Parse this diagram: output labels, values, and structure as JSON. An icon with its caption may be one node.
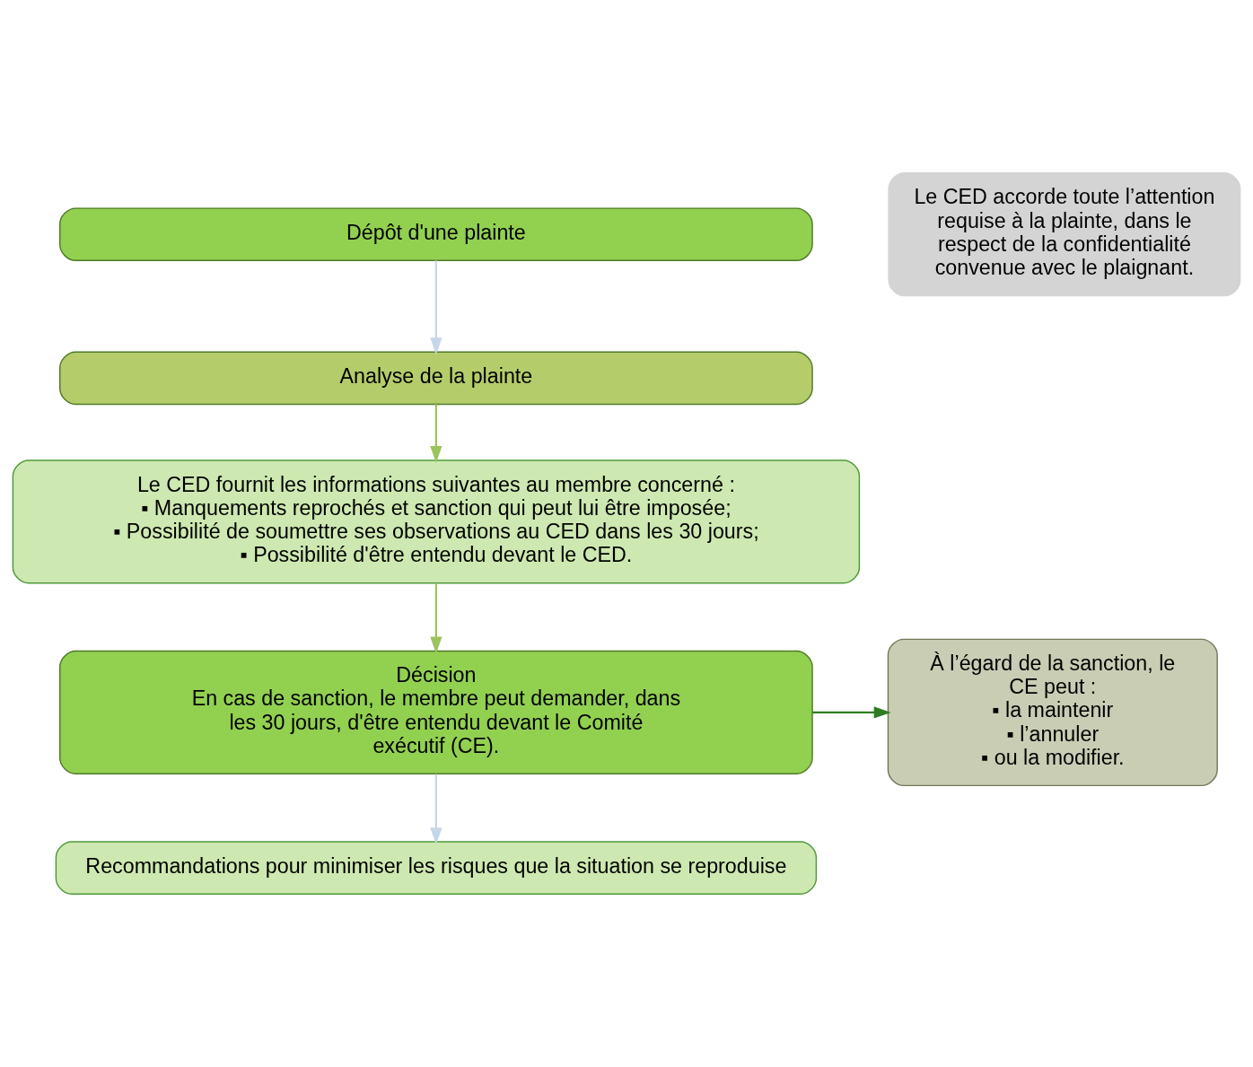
{
  "diagram": {
    "nodes": [
      {
        "text": [
          "Dépôt d'une plainte"
        ]
      },
      {
        "text": [
          "Analyse de la plainte"
        ]
      },
      {
        "text": [
          "Le CED fournit les informations suivantes au membre concerné :",
          "▪ Manquements reprochés et sanction qui peut lui être imposée;",
          "▪ Possibilité de soumettre ses observations au CED dans les 30 jours;",
          "▪ Possibilité d'être entendu devant le CED."
        ]
      },
      {
        "text": [
          "Décision",
          "En cas de sanction, le membre peut demander, dans les 30 jours, d'être entendu devant le Comité exécutif (CE)."
        ]
      },
      {
        "text": [
          "À l’égard de la sanction, le CE peut :",
          "▪ la maintenir",
          "▪ l’annuler",
          "▪ ou la modifier."
        ]
      },
      {
        "text": [
          "Recommandations pour minimiser les risques que la situation se reproduise"
        ]
      },
      {
        "text": [
          "Le CED accorde toute l’attention requise à la plainte, dans le respect de la confidentialité convenue avec le plaignant."
        ]
      }
    ],
    "edges": [
      {
        "from": 0,
        "to": 1,
        "arrow": "to",
        "color": "#c5d6e8"
      },
      {
        "from": 1,
        "to": 2,
        "arrow": "to",
        "color": "#9bc45f"
      },
      {
        "from": 2,
        "to": 3,
        "arrow": "to",
        "color": "#9bc45f"
      },
      {
        "from": 3,
        "to": 4,
        "arrow": "to",
        "color": "#2e7d22"
      },
      {
        "from": 3,
        "to": 5,
        "arrow": "to",
        "color": "#c5d6e8"
      }
    ]
  }
}
